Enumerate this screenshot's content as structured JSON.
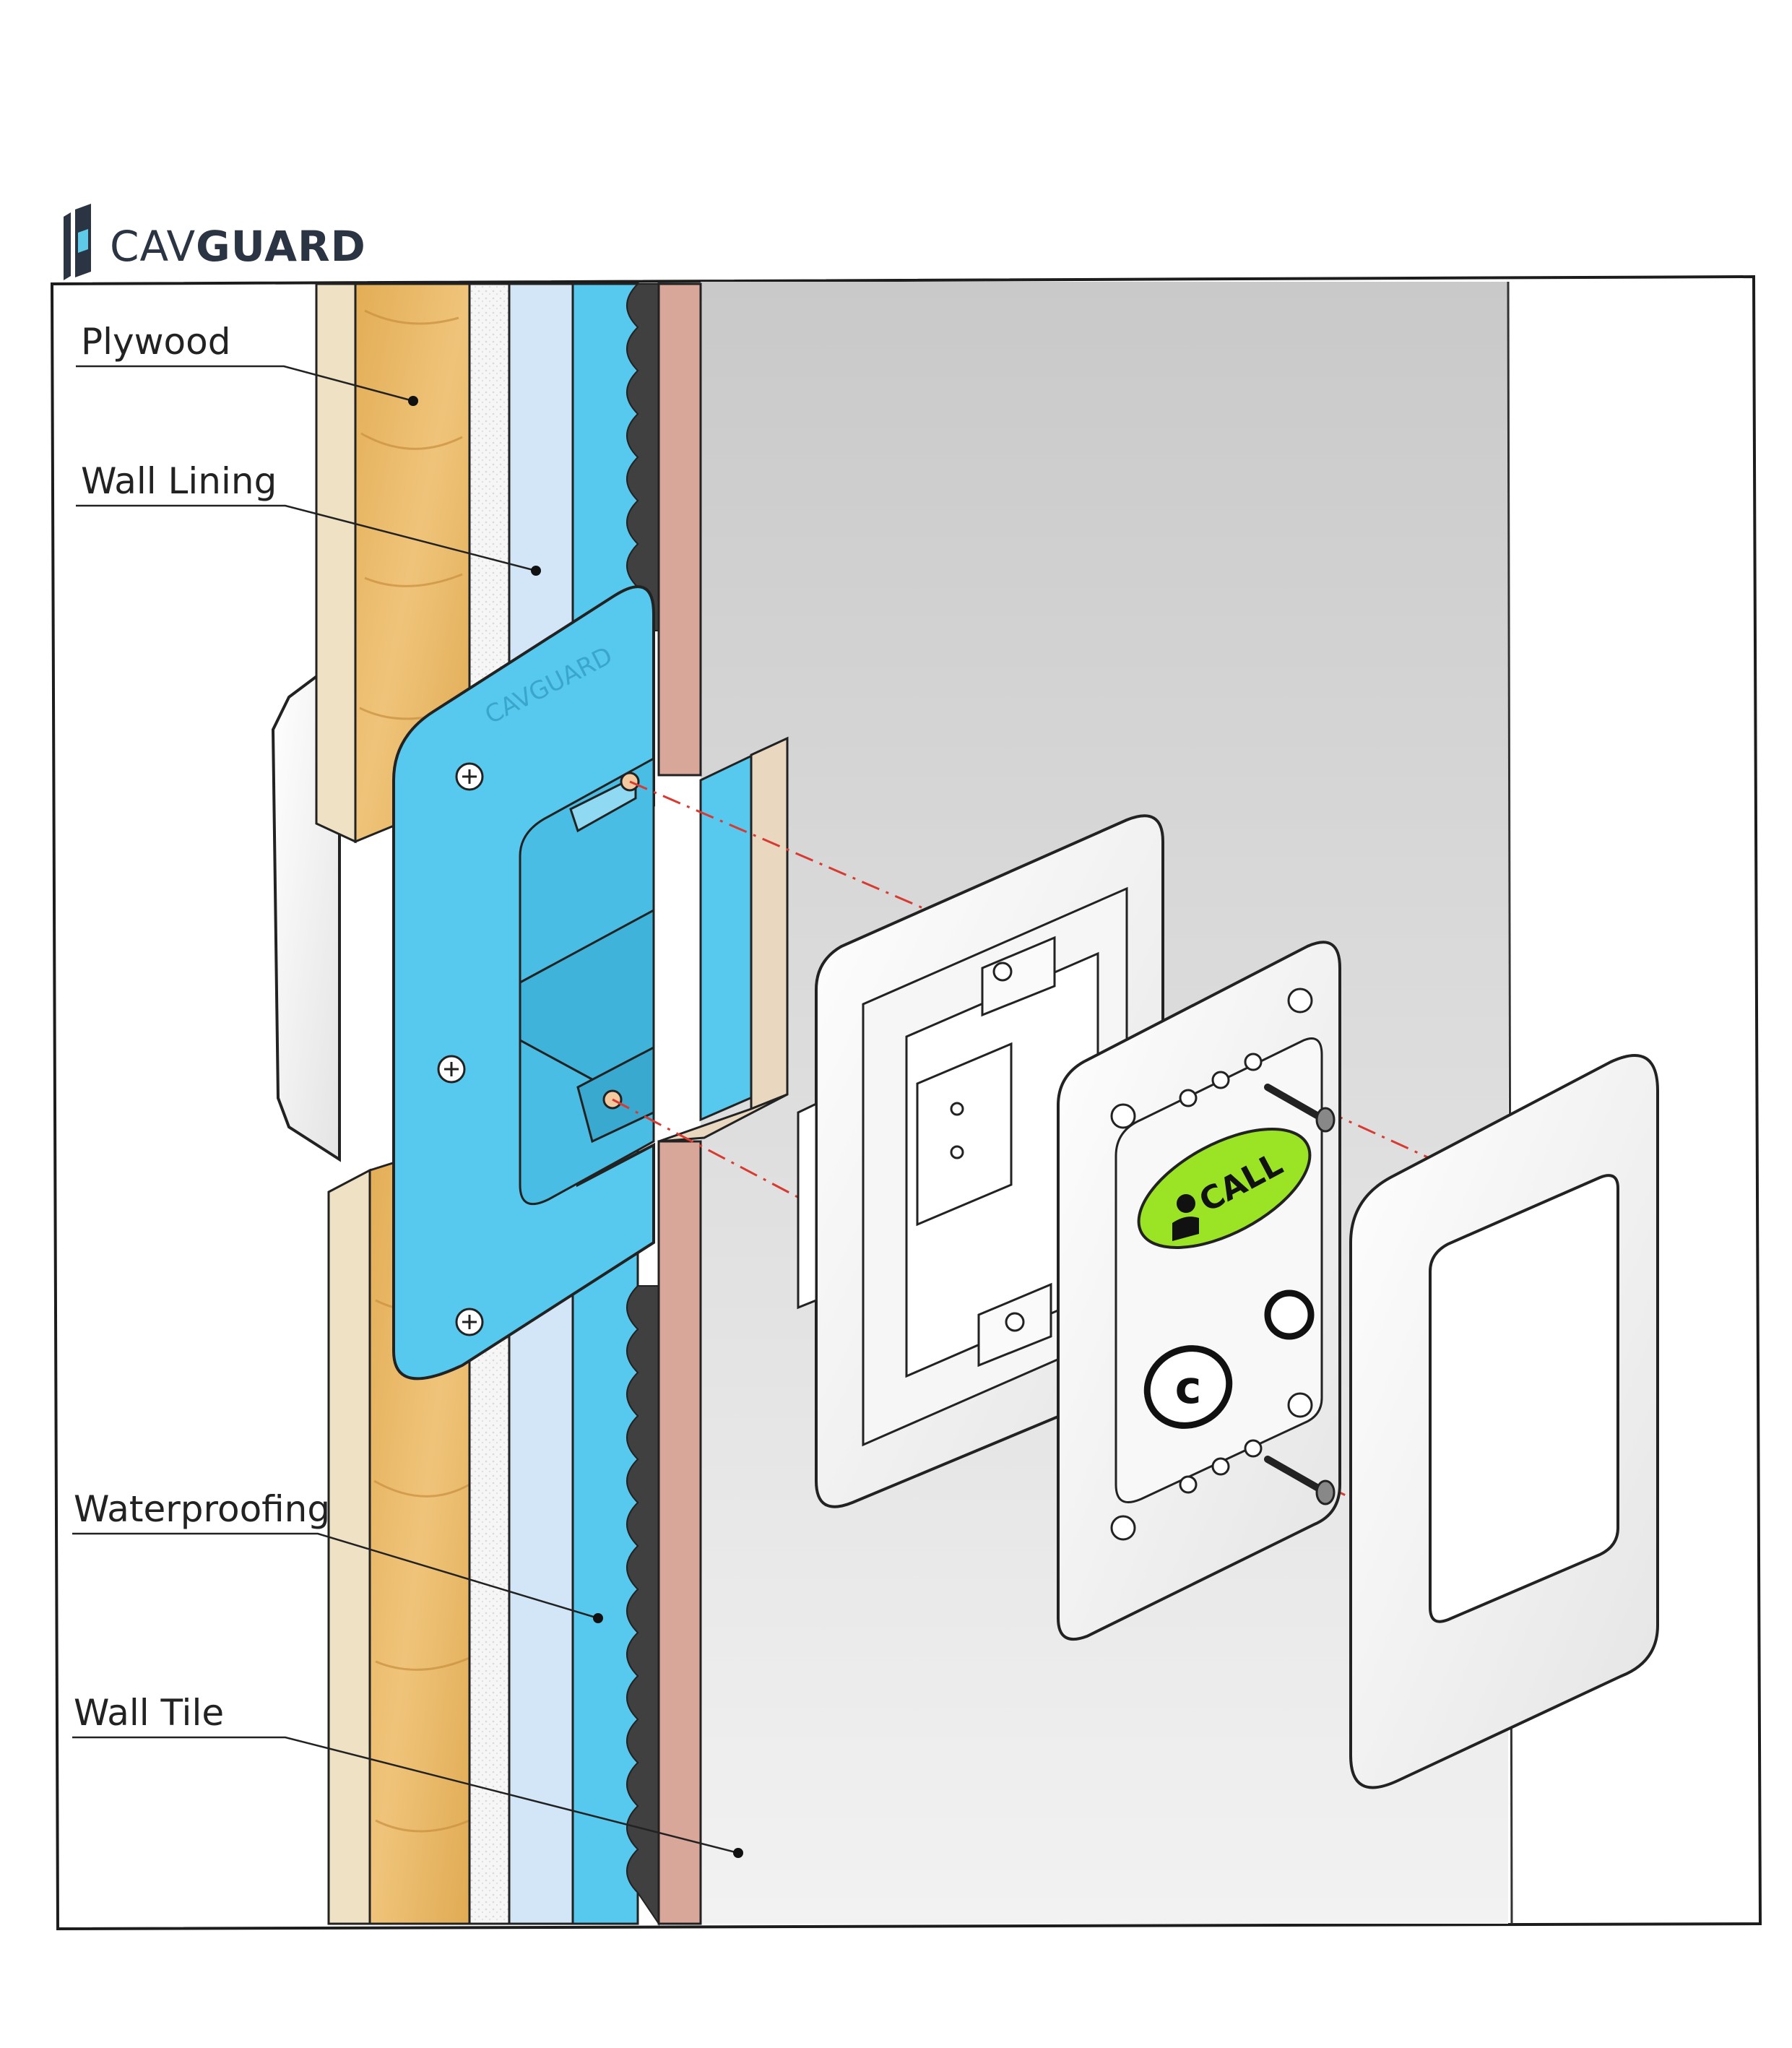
{
  "brand": {
    "name_light": "CAV",
    "name_bold": "GUARD",
    "plate_mark": "CAVGUARD"
  },
  "labels": [
    {
      "id": "plywood",
      "text": "Plywood"
    },
    {
      "id": "wall-lining",
      "text": "Wall Lining"
    },
    {
      "id": "waterproofing",
      "text": "Waterproofing"
    },
    {
      "id": "wall-tile",
      "text": "Wall Tile"
    }
  ],
  "device": {
    "call_text": "CALL",
    "cancel_letter": "c"
  },
  "colors": {
    "plywood": "#e8b763",
    "plywood_edge": "#efe6cf",
    "lining": "#f4f6f8",
    "lining_blue": "#d3e6f7",
    "membrane": "#58c9ee",
    "tile": "#d6d6d6",
    "accent_green": "#9ae325",
    "guide_red": "#d83a32"
  }
}
